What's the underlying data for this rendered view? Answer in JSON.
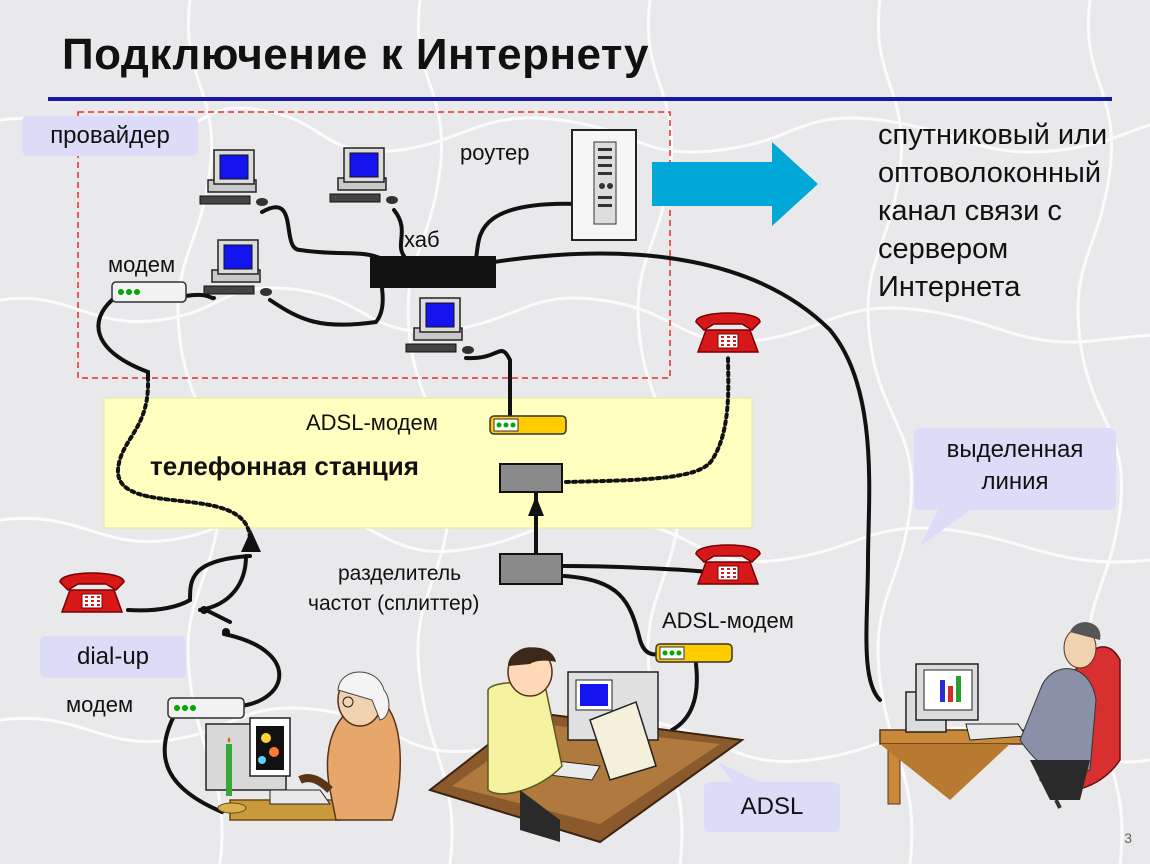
{
  "title": "Подключение к Интернету",
  "provider_label": "провайдер",
  "router_label": "роутер",
  "hub_label": "хаб",
  "modem_top_label": "модем",
  "channel_text": "спутниковый или оптоволоконный канал связи с сервером Интернета",
  "adsl_modem_station_label": "ADSL-модем",
  "station_label": "телефонная станция",
  "dedicated_line_label": "выделенная линия",
  "splitter_label_line1": "разделитель",
  "splitter_label_line2": "частот (сплиттер)",
  "adsl_modem_home_label": "ADSL-модем",
  "dialup_label": "dial-up",
  "modem_home_label": "модем",
  "adsl_label": "ADSL",
  "slide_number": "3",
  "colors": {
    "title_rule": "#1a1aa0",
    "station_fill": "#ffffc0",
    "callout_fill": "#dcdcf8",
    "provider_border": "#e03030",
    "arrow_fill": "#00a8d8",
    "phone_red": "#d81818",
    "screen_blue": "#1414ee",
    "modem_yellow": "#ffcc00"
  }
}
